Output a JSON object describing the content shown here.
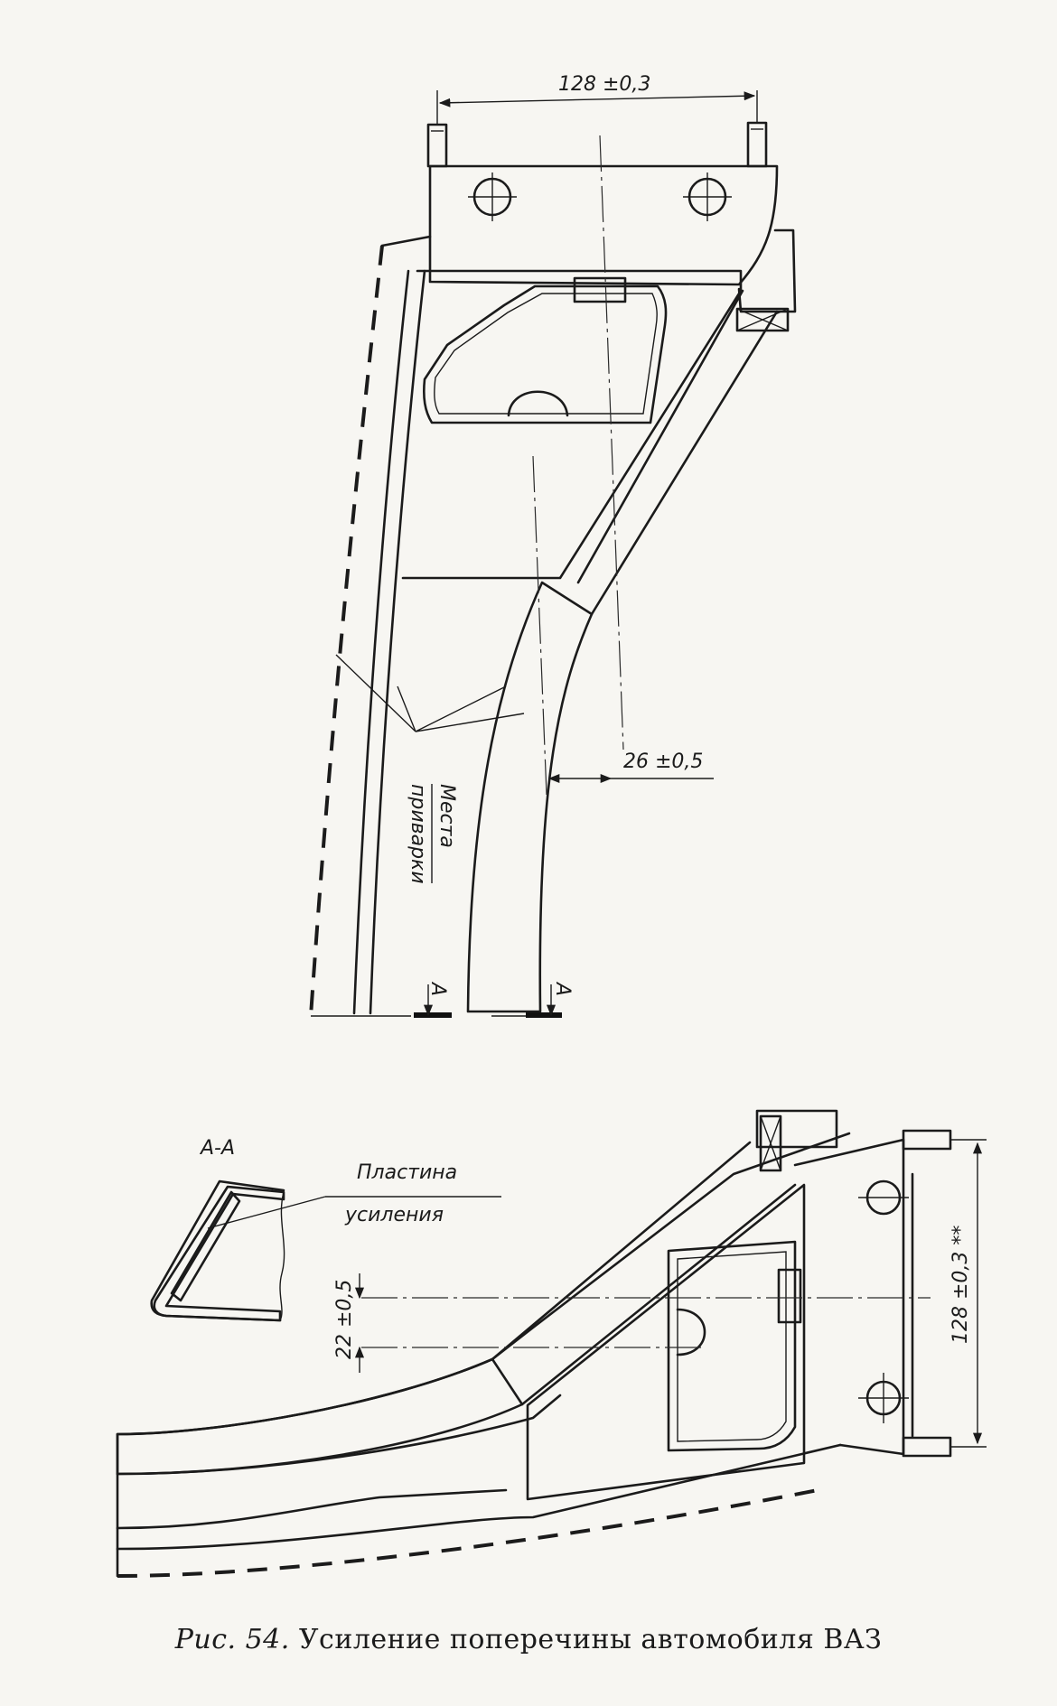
{
  "top_view": {
    "dim_bolt_spacing": "128 ±0,3",
    "dim_offset": "26 ±0,5",
    "weld_label_line1": "Места",
    "weld_label_line2": "приварки",
    "section_mark_left": "A",
    "section_mark_right": "A"
  },
  "side_view": {
    "section_title": "А-А",
    "plate_label_line1": "Пластина",
    "plate_label_line2": "усиления",
    "dim_height": "22 ±0,5",
    "dim_bolt_spacing_vertical": "128 ±0,3 **"
  },
  "caption": {
    "figure_ref": "Рис. 54.",
    "text": "Усиление поперечины автомобиля ВАЗ"
  }
}
